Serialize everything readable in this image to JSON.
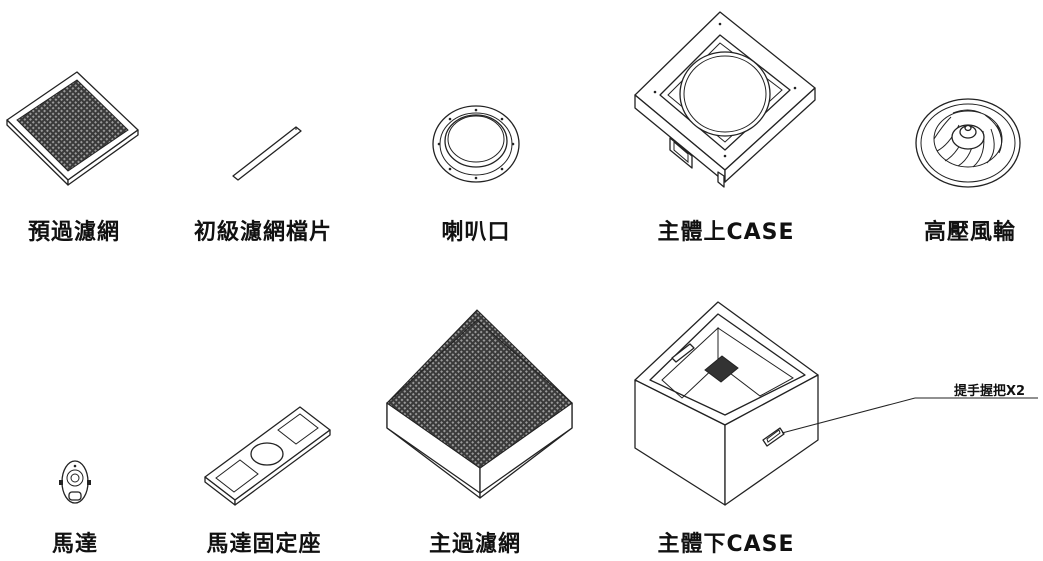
{
  "parts": [
    {
      "id": "pre-filter",
      "label": "預過濾網"
    },
    {
      "id": "primary-filter-strip",
      "label": "初級濾網檔片"
    },
    {
      "id": "horn-inlet",
      "label": "喇叭口"
    },
    {
      "id": "upper-case",
      "label": "主體上CASE"
    },
    {
      "id": "blower-wheel",
      "label": "高壓風輪"
    },
    {
      "id": "motor",
      "label": "馬達"
    },
    {
      "id": "motor-mount",
      "label": "馬達固定座"
    },
    {
      "id": "main-filter",
      "label": "主過濾網"
    },
    {
      "id": "lower-case",
      "label": "主體下CASE"
    }
  ],
  "callouts": {
    "handle": "提手握把X2"
  }
}
